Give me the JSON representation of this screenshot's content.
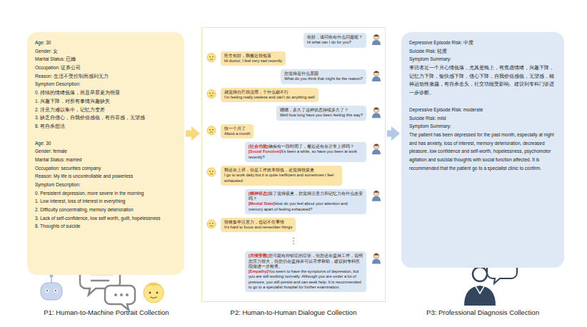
{
  "diagram": {
    "nodes": [
      {
        "text": [
          "Age: 30",
          "Gender: 女",
          "Marital Status: 已婚",
          "Occupation: 证券公司",
          "Reason: 生活不受控制而感到无力",
          "Symptom Description:",
          "0. 持续的情绪低落，而且早晨更为明显",
          "1. 兴趣下降，对所有事情兴趣缺失",
          "2. 注意力难以集中，记忆力变差",
          "3. 缺乏自信心，自我价值感低，有自罪感，无望感",
          "8. 有自杀想法",
          "Age: 30",
          "Gender: female",
          "Marital Status: married",
          "Occupation: securities company",
          "Reason: My life is uncontrollable and powerless",
          "Symptom Description:",
          "0. Persistent depression, more severe in the morning",
          "1. Low interest, loss of interest in everything",
          "2. Difficulty concentrating, memory deterioration",
          "3. Lack of self-confidence, low self worth, guilt, hopelessness",
          "8. Thoughts of suicide"
        ]
      },
      {
        "text": []
      },
      {
        "text": [
          "你好，请问你有什么问题呢？",
          "Hi what can I do for you?"
        ],
        "in": 1
      },
      {
        "text": [
          "医生你好，我最近很低落",
          "Hi doctor, I feel very sad recently"
        ],
        "in": 1
      },
      {
        "text": [
          "您觉得是什么原因",
          "What do you think that might be the reason?"
        ],
        "in": 1
      },
      {
        "text": [
          "就觉得自己很没用，干什么都不行",
          "I'm feeling really useless and can't do anything well"
        ],
        "in": 1
      },
      {
        "text": [
          "嗯嗯，多久了这种状态持续多久了？",
          "Well how long have you been feeling this way?"
        ],
        "in": 1
      },
      {
        "text": [
          "快一个月了",
          "About a month"
        ],
        "in": 1
      },
      {
        "text": [
          "[社会功能]",
          "确实有一段时间了，最近还有在正常上班吗？",
          "[Social Function]",
          "It's been a while, so have you been at work recently?"
        ],
        "in": 1
      },
      {
        "text": [
          "我还在上班，但是工作效率很低，还觉得很疲惫",
          "I go to work daily but it is quite inefficient and sometimes I feel exhausted"
        ],
        "in": 1
      },
      {
        "text": [
          "[精神状态]",
          "除了觉得疲惫，您觉得注意力和记忆力有什么改变吗？",
          "[Mental State]",
          "How do you feel about your attention and memory apart of feeling exhausted?"
        ],
        "in": 1
      },
      {
        "text": [
          "很难集中注意力，也记不住事情",
          "It's hard to focus and remember things"
        ],
        "in": 1
      },
      {
        "text": [
          "[共情安慰]",
          "您可能有抑郁症的症状，但您还在坚持工作，说明您压力很大，但您仍在坚持并可以寻求帮助，建议到专科医院做进一步检查。",
          "[Empathy]",
          "You seem to have the symptoms of depression, but you are still working normally. Although you are under a lot of pressure, you still persist and can seek help. It is recommended to go to a specialist hospital for further examination."
        ],
        "in": 1
      },
      {
        "text": [
          "Depressive Episode Risk: 中度",
          "Suicide Risk: 轻度",
          "Symptom Summary:",
          "来访者近一个月心情低落，尤其是晚上，有焦虑情绪，兴趣下降，记忆力下降，愉快感下降，信心下降，自我价值感低，无望感，精神运动性激越，有自杀念头，社交功能受影响。建议到专科门诊进一步诊断。",
          "Depressive Episode Risk: moderate",
          "Suicide Risk: mild",
          "Symptom Summary:",
          "The patient has been depressed for the past month, especially at night and has anxiety, loss of interest, memory deterioration, decreased pleasure, low confidence and self-worth, hopelessness, psychomotor agitation and suicidal thoughts with social function affected. It is recommended that the patient go to a specialist clinic to confirm."
        ]
      }
    ],
    "edges": [
      {
        "from": 0,
        "to": 1,
        "arrow": "to"
      },
      {
        "from": 1,
        "to": 13,
        "arrow": "to"
      }
    ],
    "labels": [
      "⋮",
      "P1: Human-to-Machine Portrait Collection",
      "P2: Human-to-Human Dialogue Collection",
      "P3: Professional Diagnosis Collection"
    ]
  }
}
